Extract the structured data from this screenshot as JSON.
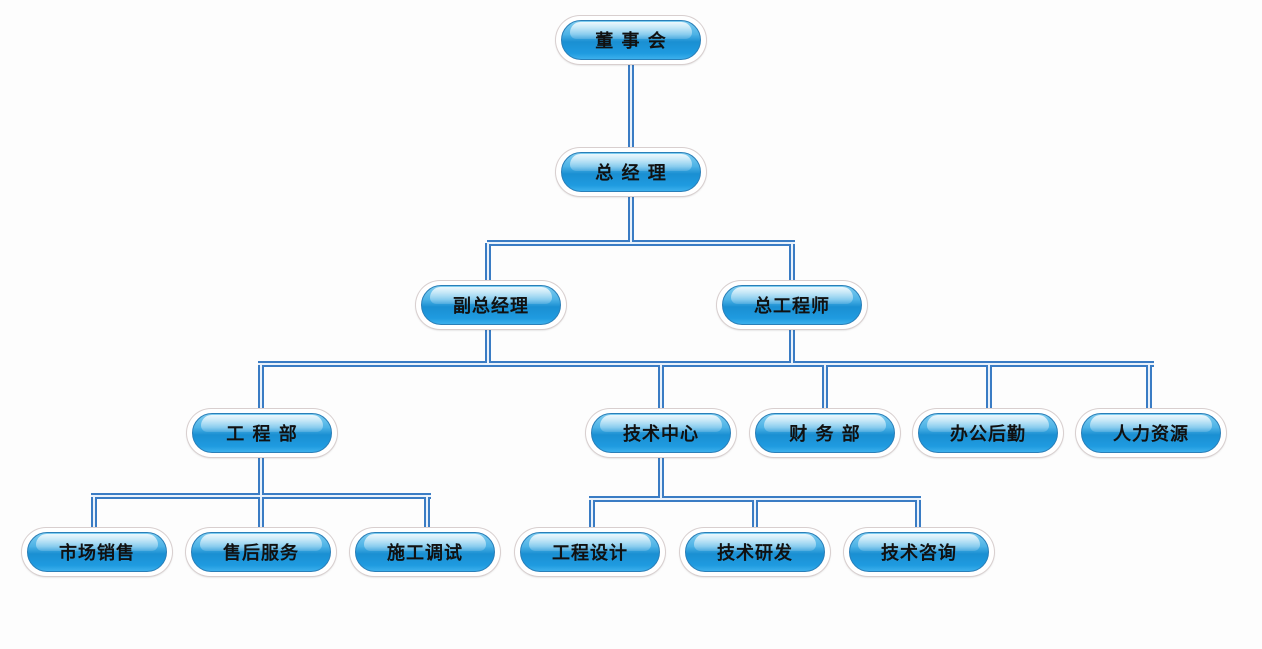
{
  "nodes": {
    "board": "董 事 会",
    "gm": "总 经 理",
    "deputy_gm": "副总经理",
    "chief_engineer": "总工程师",
    "engineering": "工 程 部",
    "tech_center": "技术中心",
    "finance": "财 务 部",
    "office": "办公后勤",
    "hr": "人力资源",
    "sales": "市场销售",
    "after_sales": "售后服务",
    "construction": "施工调试",
    "eng_design": "工程设计",
    "tech_rd": "技术研发",
    "tech_consult": "技术咨询"
  },
  "colors": {
    "line": "#3a7cc4",
    "node": "#1a8fd2"
  }
}
